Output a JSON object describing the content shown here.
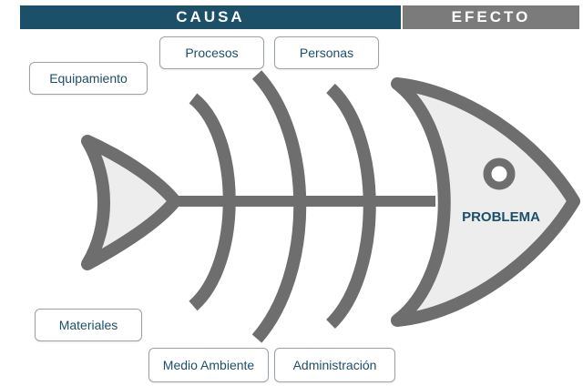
{
  "header": {
    "cause_label": "CAUSA",
    "effect_label": "EFECTO"
  },
  "causes": {
    "top": [
      "Equipamiento",
      "Procesos",
      "Personas"
    ],
    "bottom": [
      "Materiales",
      "Medio Ambiente",
      "Administración"
    ]
  },
  "problem": "PROBLEMA",
  "colors": {
    "header_cause": "#1c4f68",
    "header_effect": "#7b7b7b",
    "fish": "#6e6e6e",
    "text": "#1c4f68"
  }
}
